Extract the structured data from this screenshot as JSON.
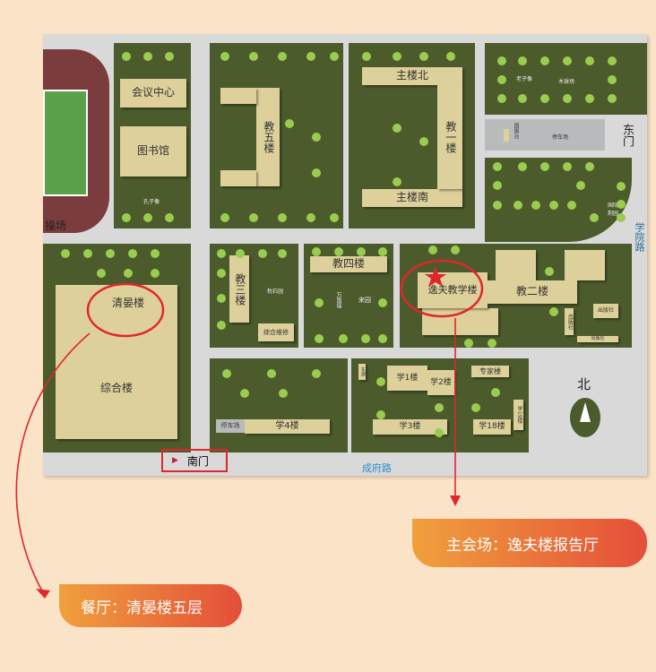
{
  "buildings": {
    "meeting_center": "会议中心",
    "library": "图书馆",
    "confucius": "孔子像",
    "stadium": "操场",
    "jiao5": "教五楼",
    "main_north": "主楼北",
    "main_south": "主楼南",
    "jiao1": "教一楼",
    "laozi": "老子像",
    "baseball": "木球场",
    "flag": "国旗台",
    "parking": "停车场",
    "east_gate": "东门",
    "intl_garden": "国际紫荆园",
    "xueyuan_road": "学院路",
    "qingyan": "清晏楼",
    "zonghe": "综合楼",
    "jiao3": "教三楼",
    "zhenshi": "枕石园",
    "zonghe_weixiu": "综合维修",
    "jiao4": "教四楼",
    "laiyuan": "来园",
    "wanguo": "万国墙",
    "yifu": "逸夫教学楼",
    "jiao2": "教二楼",
    "press1": "出版社",
    "press2": "出版社",
    "press3": "出版社",
    "parking2": "停车场",
    "xue4": "学4楼",
    "dongyuan": "东源",
    "xue1": "学1楼",
    "xue2": "学2楼",
    "expert": "专家楼",
    "xue3": "学3楼",
    "xue18": "学18楼",
    "xue19": "学19楼",
    "south_gate": "南门",
    "chengfu_road": "成府路",
    "north": "北"
  },
  "callouts": {
    "main_venue": "主会场：逸夫楼报告厅",
    "dining": "餐厅：清晏楼五层"
  },
  "colors": {
    "highlight": "#e0262c",
    "block": "#4b5b2c",
    "building": "#ddd09a"
  }
}
